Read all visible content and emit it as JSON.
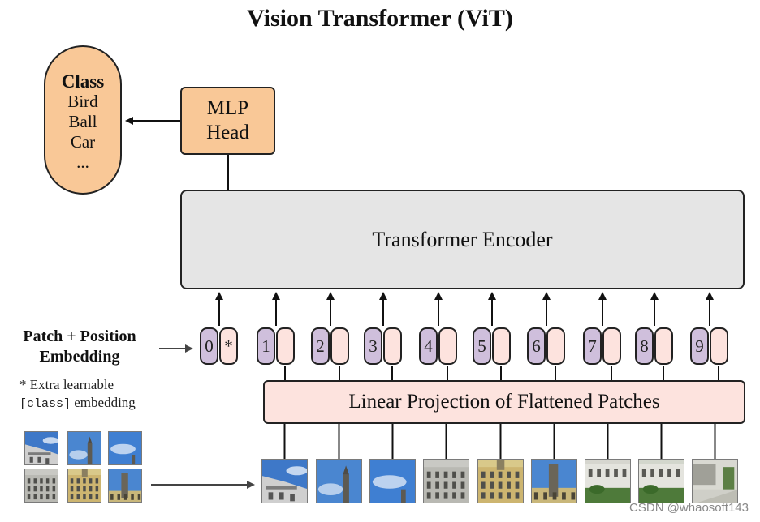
{
  "title": "Vision Transformer (ViT)",
  "class_box": {
    "header": "Class",
    "items": [
      "Bird",
      "Ball",
      "Car",
      "..."
    ]
  },
  "mlp_head": {
    "line1": "MLP",
    "line2": "Head"
  },
  "encoder": {
    "label": "Transformer Encoder"
  },
  "linear_projection": {
    "label": "Linear Projection of Flattened Patches"
  },
  "embedding_label": {
    "line1": "Patch + Position",
    "line2": "Embedding"
  },
  "note": {
    "line1": "* Extra learnable",
    "mono": "[class]",
    "rest": " embedding"
  },
  "tokens": [
    {
      "index": "0",
      "class_token": "*"
    },
    {
      "index": "1"
    },
    {
      "index": "2"
    },
    {
      "index": "3"
    },
    {
      "index": "4"
    },
    {
      "index": "5"
    },
    {
      "index": "6"
    },
    {
      "index": "7"
    },
    {
      "index": "8"
    },
    {
      "index": "9"
    }
  ],
  "patches": [
    {
      "kind": "building",
      "sky": "#3e78c8"
    },
    {
      "kind": "tower",
      "sky": "#4a86d0"
    },
    {
      "kind": "sky",
      "sky": "#3f7fd2"
    },
    {
      "kind": "facade",
      "sky": "#c9c9c4"
    },
    {
      "kind": "facade-yellow",
      "sky": "#d9c98a"
    },
    {
      "kind": "tower-low",
      "sky": "#4a86d0"
    },
    {
      "kind": "facade-green",
      "sky": "#d6d6cf"
    },
    {
      "kind": "facade-green",
      "sky": "#d2d6cc"
    },
    {
      "kind": "street",
      "sky": "#cfcfc8"
    }
  ],
  "colors": {
    "orange": "#f9c897",
    "encoder_gray": "#e5e5e5",
    "projection_pink": "#fde3de",
    "position_purple": "#cfbfdc"
  },
  "watermark": "CSDN @whaosoft143"
}
